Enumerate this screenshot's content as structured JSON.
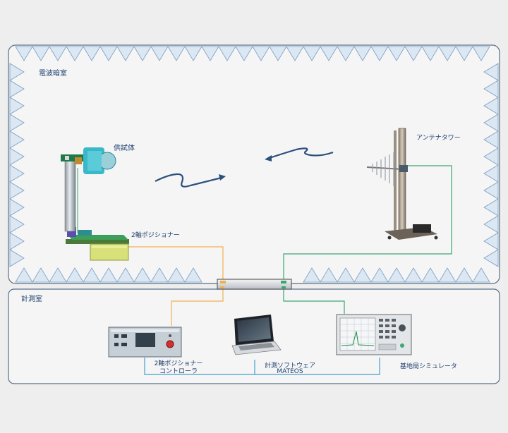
{
  "rooms": {
    "anechoic_chamber": "電波暗室",
    "measurement_room": "計測室"
  },
  "devices": {
    "eut": "供試体",
    "positioner": "2軸ポジショナー",
    "antenna_tower": "アンテナタワー",
    "positioner_controller_line1": "2軸ポジショナー",
    "positioner_controller_line2": "コントローラ",
    "software_line1": "計測ソフトウェア",
    "software_line2": "MATEOS",
    "base_station_simulator": "基地局シミュレータ"
  },
  "colors": {
    "background": "#eeeeee",
    "room_fill": "#f5f5f5",
    "room_border": "#5a6f86",
    "absorber_fill": "#dbe8f4",
    "absorber_stroke": "#7a9ac0",
    "orange_cable": "#f0b050",
    "green_cable": "#3aa870",
    "blue_cable": "#40a0d0",
    "signal_arrow": "#2d4f7c",
    "label_text": "#1d3f6e"
  }
}
